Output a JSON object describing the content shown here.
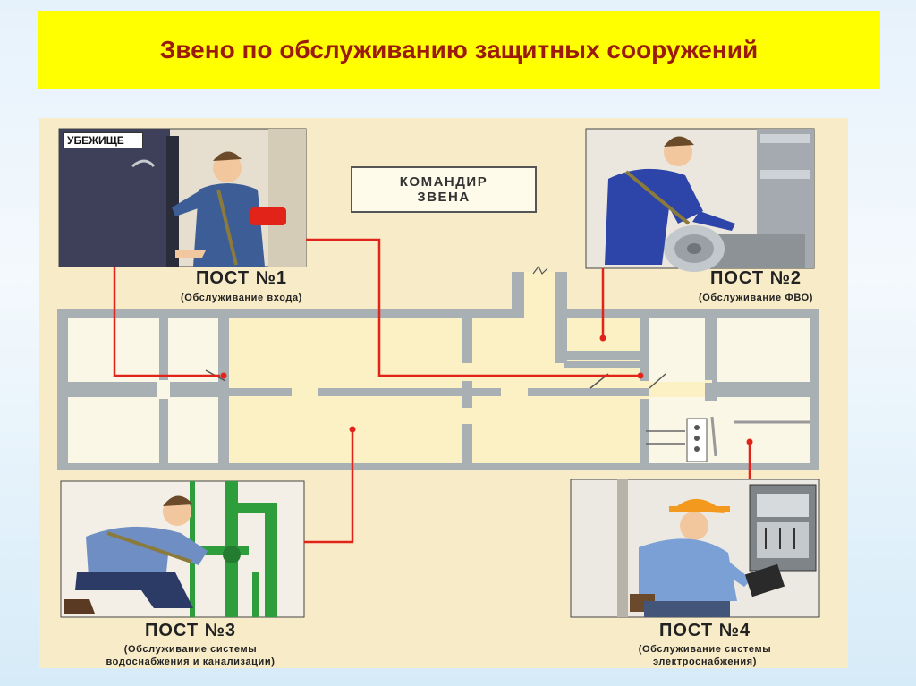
{
  "title": "Звено по обслуживанию защитных сооружений",
  "commander": "КОМАНДИР\nЗВЕНА",
  "shelter_label": "УБЕЖИЩЕ",
  "posts": [
    {
      "title": "ПОСТ №1",
      "desc": "(Обслуживание входа)"
    },
    {
      "title": "ПОСТ №2",
      "desc": "(Обслуживание ФВО)"
    },
    {
      "title": "ПОСТ №3",
      "desc": "(Обслуживание системы водоснабжения и канализации)"
    },
    {
      "title": "ПОСТ №4",
      "desc": "(Обслуживание системы электроснабжения)"
    }
  ],
  "colors": {
    "title_background": "#ffff00",
    "title_text": "#9a1b0c",
    "plate": "#f8ecc8",
    "walls": "#a9b0b4",
    "room_light": "#fbf7e6",
    "room_mid": "#fbf1c4",
    "connector_lines": "#e2231a",
    "armband": "#e2231a",
    "hard_hat": "#f39a1e",
    "pipes": "#2e9e3c"
  },
  "icons": [
    "shelter-door-icon",
    "filter-ventilation-unit-icon",
    "water-pipes-icon",
    "electrical-panel-icon"
  ]
}
